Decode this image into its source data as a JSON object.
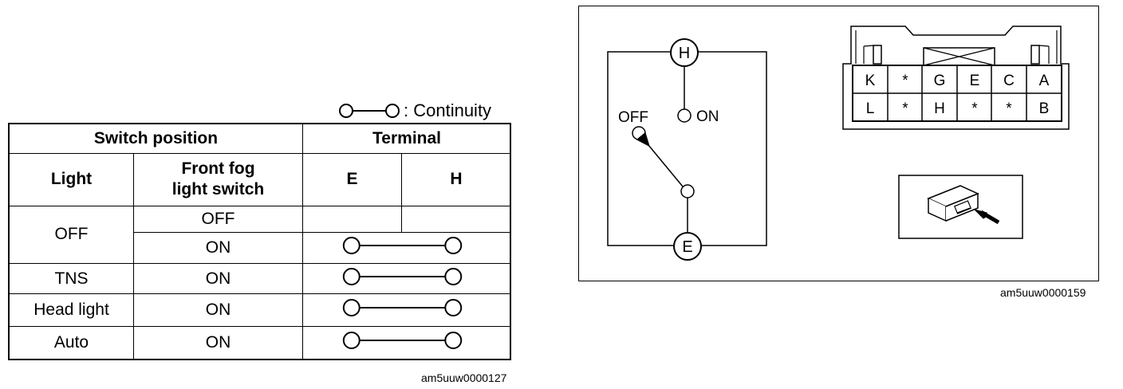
{
  "legend": {
    "label": ": Continuity"
  },
  "table": {
    "header_switch_position": "Switch position",
    "header_terminal": "Terminal",
    "col_light": "Light",
    "col_fog_line1": "Front fog",
    "col_fog_line2": "light switch",
    "col_e": "E",
    "col_h": "H",
    "rows": [
      {
        "light": "OFF",
        "fog": "OFF",
        "continuity": false
      },
      {
        "light": "",
        "fog": "ON",
        "continuity": true
      },
      {
        "light": "TNS",
        "fog": "ON",
        "continuity": true
      },
      {
        "light": "Head light",
        "fog": "ON",
        "continuity": true
      },
      {
        "light": "Auto",
        "fog": "ON",
        "continuity": true
      }
    ]
  },
  "caption_left": "am5uuw0000127",
  "caption_right": "am5uuw0000159",
  "schematic": {
    "terminal_top": "H",
    "terminal_bottom": "E",
    "label_off": "OFF",
    "label_on": "ON"
  },
  "connector": {
    "row1": [
      "K",
      "*",
      "G",
      "E",
      "C",
      "A"
    ],
    "row2": [
      "L",
      "*",
      "H",
      "*",
      "*",
      "B"
    ]
  }
}
